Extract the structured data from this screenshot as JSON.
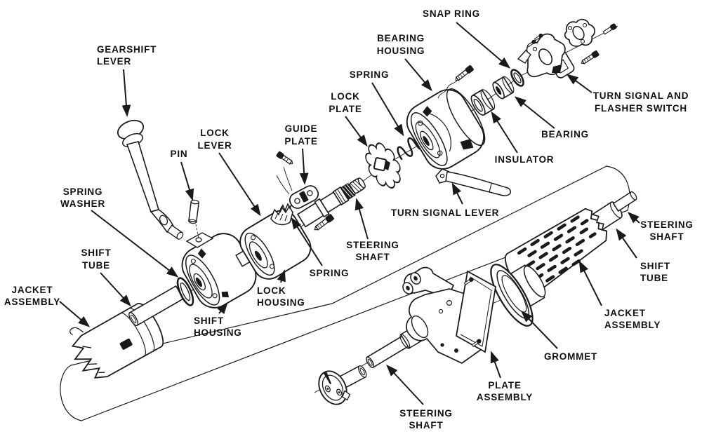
{
  "diagram": {
    "type": "exploded-parts-diagram",
    "subject": "steering column assembly",
    "background_color": "#ffffff",
    "ink_color": "#1a1a1a",
    "labels": {
      "snap_ring": {
        "lines": [
          "SNAP RING"
        ]
      },
      "gearshift_lever": {
        "lines": [
          "GEARSHIFT",
          "LEVER"
        ]
      },
      "bearing_housing": {
        "lines": [
          "BEARING",
          "HOUSING"
        ]
      },
      "spring_top": {
        "lines": [
          "SPRING"
        ]
      },
      "lock_plate": {
        "lines": [
          "LOCK",
          "PLATE"
        ]
      },
      "guide_plate": {
        "lines": [
          "GUIDE",
          "PLATE"
        ]
      },
      "lock_lever": {
        "lines": [
          "LOCK",
          "LEVER"
        ]
      },
      "pin": {
        "lines": [
          "PIN"
        ]
      },
      "turn_signal_flasher_switch": {
        "lines": [
          "TURN SIGNAL AND",
          "FLASHER SWITCH"
        ]
      },
      "bearing": {
        "lines": [
          "BEARING"
        ]
      },
      "insulator": {
        "lines": [
          "INSULATOR"
        ]
      },
      "turn_signal_lever": {
        "lines": [
          "TURN SIGNAL LEVER"
        ]
      },
      "spring_washer": {
        "lines": [
          "SPRING",
          "WASHER"
        ]
      },
      "shift_tube_left": {
        "lines": [
          "SHIFT",
          "TUBE"
        ]
      },
      "jacket_assembly_left": {
        "lines": [
          "JACKET",
          "ASSEMBLY"
        ]
      },
      "steering_shaft_center": {
        "lines": [
          "STEERING",
          "SHAFT"
        ]
      },
      "spring_lower": {
        "lines": [
          "SPRING"
        ]
      },
      "lock_housing": {
        "lines": [
          "LOCK",
          "HOUSING"
        ]
      },
      "shift_housing": {
        "lines": [
          "SHIFT",
          "HOUSING"
        ]
      },
      "steering_shaft_right": {
        "lines": [
          "STEERING",
          "SHAFT"
        ]
      },
      "shift_tube_right": {
        "lines": [
          "SHIFT",
          "TUBE"
        ]
      },
      "jacket_assembly_right": {
        "lines": [
          "JACKET",
          "ASSEMBLY"
        ]
      },
      "grommet": {
        "lines": [
          "GROMMET"
        ]
      },
      "plate_assembly": {
        "lines": [
          "PLATE",
          "ASSEMBLY"
        ]
      },
      "steering_shaft_bottom": {
        "lines": [
          "STEERING",
          "SHAFT"
        ]
      }
    }
  }
}
